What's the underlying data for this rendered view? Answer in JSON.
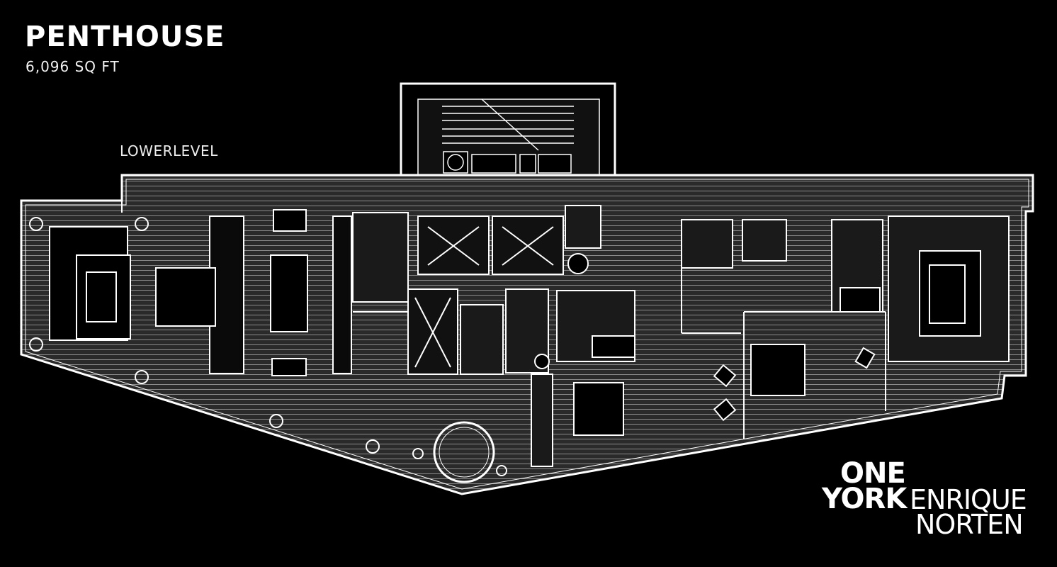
{
  "header": {
    "title": "PENTHOUSE",
    "area": "6,096 SQ FT"
  },
  "plan": {
    "level_label": "LOWERLEVEL"
  },
  "logo": {
    "word1": "ONE",
    "word2": "YORK",
    "architect_line1": "ENRIQUE",
    "architect_line2": "NORTEN"
  },
  "colors": {
    "background": "#000000",
    "lines": "#ffffff",
    "floor_fill": "#3a3a3a"
  }
}
